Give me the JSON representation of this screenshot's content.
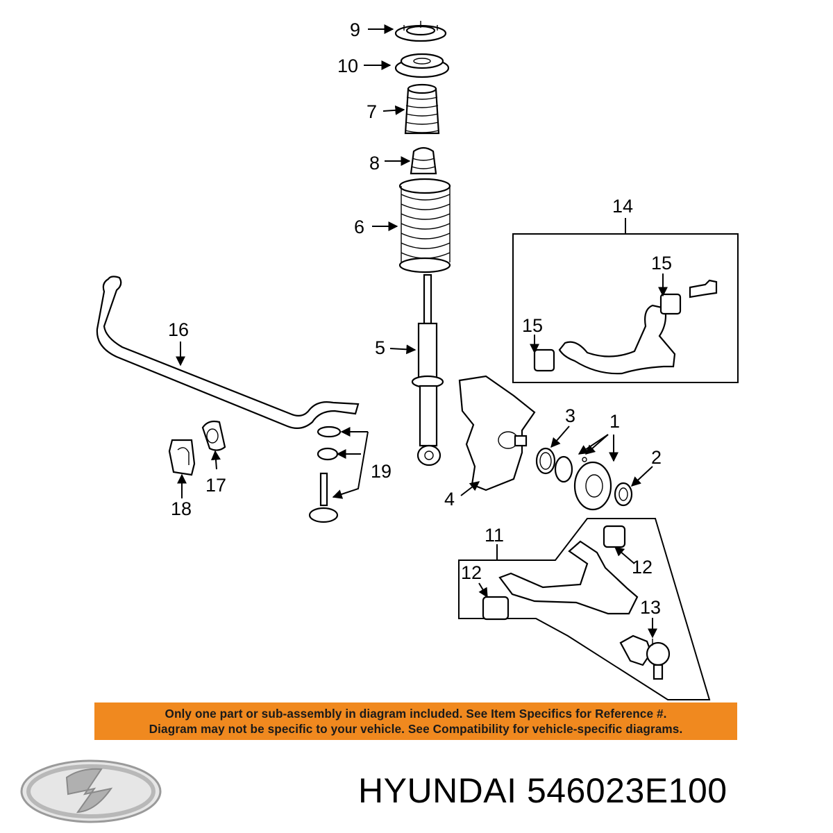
{
  "callouts": {
    "c1": "1",
    "c2": "2",
    "c3": "3",
    "c4": "4",
    "c5": "5",
    "c6": "6",
    "c7": "7",
    "c8": "8",
    "c9": "9",
    "c10": "10",
    "c11": "11",
    "c12a": "12",
    "c12b": "12",
    "c13": "13",
    "c14": "14",
    "c15a": "15",
    "c15b": "15",
    "c16": "16",
    "c17": "17",
    "c18": "18",
    "c19": "19"
  },
  "notice": {
    "line1": "Only one part or sub-assembly in diagram included. See Item Specifics for Reference #.",
    "line2": "Diagram may not be specific to your vehicle. See Compatibility for vehicle-specific diagrams.",
    "background": "#f0891f"
  },
  "brand": {
    "logo_icon": "hyundai-logo-icon",
    "name": "HYUNDAI",
    "part_number": "546023E100"
  }
}
